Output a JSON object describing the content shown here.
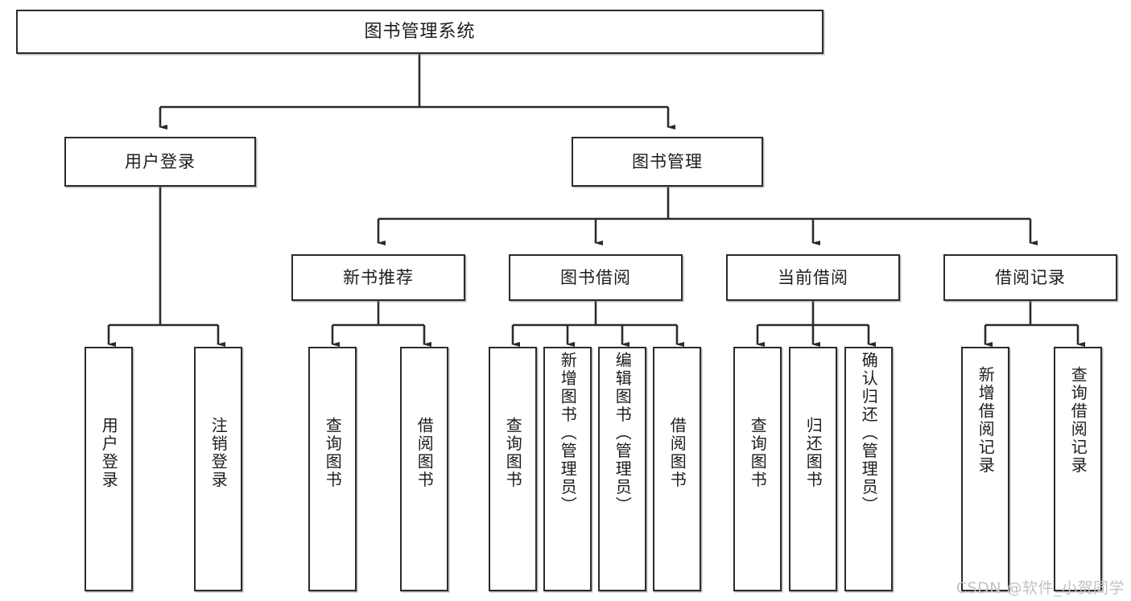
{
  "diagram": {
    "title": "图书管理系统",
    "type": "tree-hierarchy",
    "watermark": "CSDN @软件_小贺同学",
    "colors": {
      "box_border": "#2b2b2b",
      "box_fill": "#ffffff",
      "connector": "#2b2b2b",
      "text": "#1d1d1d",
      "watermark": "#c2c2c2"
    }
  },
  "root": {
    "label": "图书管理系统"
  },
  "level2": [
    {
      "label": "用户登录"
    },
    {
      "label": "图书管理"
    }
  ],
  "level3": [
    {
      "label": "新书推荐"
    },
    {
      "label": "图书借阅"
    },
    {
      "label": "当前借阅"
    },
    {
      "label": "借阅记录"
    }
  ],
  "leaves": {
    "user_login": [
      {
        "label": "用户登录"
      },
      {
        "label": "注销登录"
      }
    ],
    "new_book": [
      {
        "label": "查询图书"
      },
      {
        "label": "借阅图书"
      }
    ],
    "borrow": [
      {
        "label": "查询图书"
      },
      {
        "label": "新增图书（管理员）"
      },
      {
        "label": "编辑图书（管理员）"
      },
      {
        "label": "借阅图书"
      }
    ],
    "current": [
      {
        "label": "查询图书"
      },
      {
        "label": "归还图书"
      },
      {
        "label": "确认归还（管理员）"
      }
    ],
    "records": [
      {
        "label": "新增借阅记录"
      },
      {
        "label": "查询借阅记录"
      }
    ]
  }
}
